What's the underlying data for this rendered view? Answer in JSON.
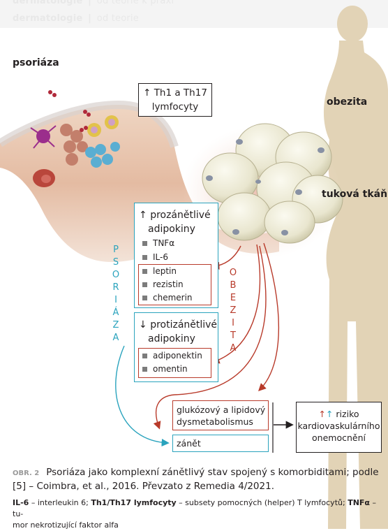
{
  "header": {
    "line1_left": "dermatologie",
    "line1_right": "od teorie k praxi",
    "line2_left": "dermatologie",
    "line2_right": "od teorie"
  },
  "labels": {
    "psoriaza": "psoriáza",
    "obezita": "obezita",
    "tukova_tkan": "tuková tkáň"
  },
  "th_box": {
    "arrow": "↑",
    "line1": "Th1 a Th17",
    "line2": "lymfocyty"
  },
  "pro_box": {
    "arrow": "↑",
    "line1": "prozánětlivé",
    "line2": "adipokiny",
    "items": [
      "TNFα",
      "IL-6",
      "leptin",
      "rezistin",
      "chemerin"
    ]
  },
  "anti_box": {
    "arrow": "↓",
    "line1": "protizánětlivé",
    "line2": "adipokiny",
    "items": [
      "adiponektin",
      "omentin"
    ]
  },
  "vertical_labels": {
    "psoriaza": [
      "P",
      "S",
      "O",
      "R",
      "I",
      "Á",
      "Z",
      "A"
    ],
    "obezita": [
      "O",
      "B",
      "E",
      "Z",
      "I",
      "T",
      "A"
    ]
  },
  "outcomes": {
    "dysmet_line1": "glukózový a lipidový",
    "dysmet_line2": "dysmetabolismus",
    "zanet": "zánět",
    "risk_arrows": "↑↑",
    "risk_line1": "riziko",
    "risk_line2": "kardiovaskulárního",
    "risk_line3": "onemocnění"
  },
  "caption": {
    "label": "OBR. 2",
    "line1": "Psoriáza jako komplexní zánětlivý stav spojený s komorbiditami; podle",
    "line2": "[5] – Coimbra, et al., 2016. Převzato z Remedia 4/2021."
  },
  "footnote": {
    "t1": "IL-6",
    "t2": " – interleukin 6; ",
    "t3": "Th1/Th17 lymfocyty",
    "t4": " – subsety pomocných (helper) T lymfocytů; ",
    "t5": "TNFα",
    "t6": " – tu-",
    "line2": "mor nekrotizující faktor alfa"
  },
  "colors": {
    "teal": "#2aa3bd",
    "red": "#b83a2a",
    "silhouette": "#e2d3b6",
    "skin": "#e9cbb4"
  }
}
